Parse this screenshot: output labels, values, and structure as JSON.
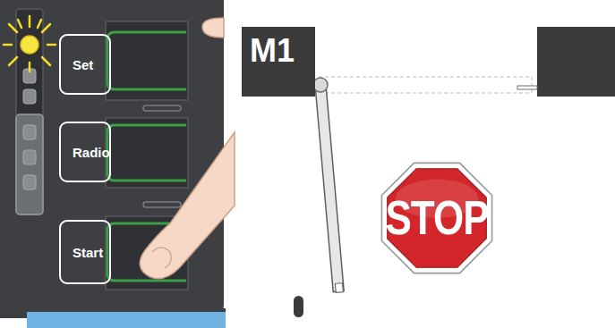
{
  "diagram": {
    "nodes": [
      {
        "text": [
          "Set"
        ]
      },
      {
        "text": [
          "Radio"
        ]
      },
      {
        "text": [
          "Start"
        ]
      },
      {
        "text": [
          "M1"
        ]
      },
      {
        "text": [
          "STOP"
        ]
      }
    ]
  }
}
